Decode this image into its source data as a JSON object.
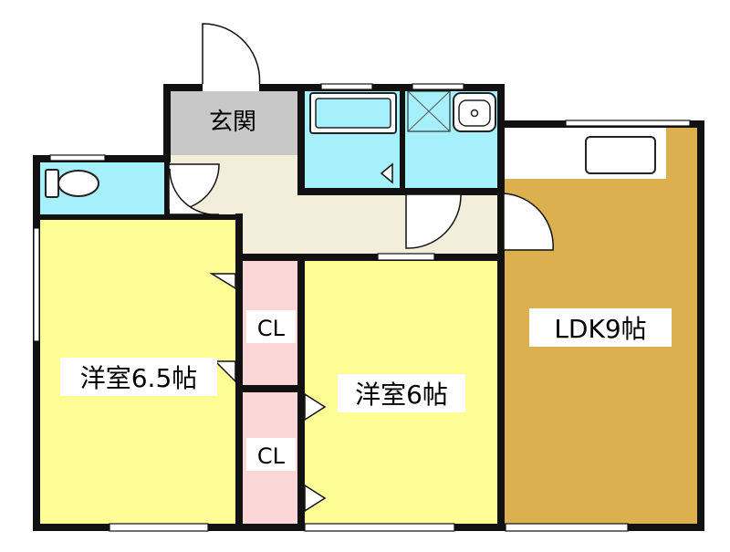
{
  "rooms": {
    "entrance": "玄関",
    "western_room_a": "洋室6.5帖",
    "western_room_b": "洋室6帖",
    "closet_upper": "CL",
    "closet_lower": "CL",
    "ldk": "LDK9帖"
  },
  "colors": {
    "wall": "#111111",
    "entrance_floor": "#c8c8c8",
    "hallway_floor": "#f3eedc",
    "wet_area": "#a6f0fb",
    "western_room": "#fffe96",
    "closet": "#fbd6d6",
    "ldk_floor": "#dcb04f",
    "window": "#ffffff"
  }
}
